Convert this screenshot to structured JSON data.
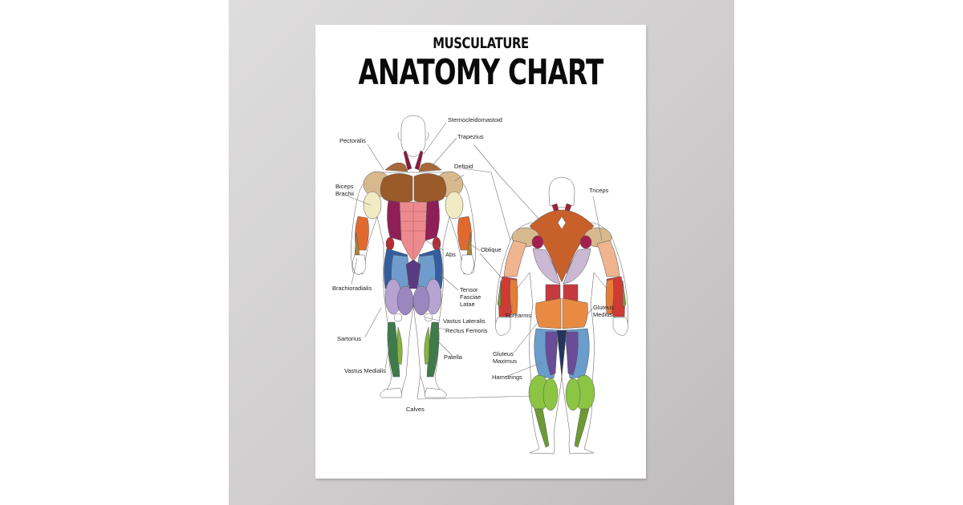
{
  "poster": {
    "title_top": "MUSCULATURE",
    "title_main": "ANATOMY CHART"
  },
  "labels": {
    "front": {
      "sternocleidomastoid": "Sternocleidomastoid",
      "trapezius": "Trapezius",
      "pectoralis": "Pectoralis",
      "deltoid": "Deltoid",
      "biceps_1": "Biceps",
      "biceps_2": "Brachii",
      "abs": "Abs",
      "oblique": "Oblique",
      "brachioradialis": "Brachioradialis",
      "tensor_1": "Tensor",
      "tensor_2": "Fasciae",
      "tensor_3": "Latae",
      "vastus_lateralis": "Vastus Lateralis",
      "rectus_femoris": "Rectus Femoris",
      "sartorius": "Sartorius",
      "patella": "Patella",
      "vastus_medialis": "Vastus Medialis",
      "calves": "Calves"
    },
    "back": {
      "triceps": "Triceps",
      "forearms": "Forearms",
      "gluteus_medius_1": "Gluteus",
      "gluteus_medius_2": "Medius",
      "gluteus_maximus_1": "Gluteus",
      "gluteus_maximus_2": "Maximus",
      "hamstrings": "Hamstrings"
    }
  },
  "colors": {
    "backdrop": "#cfcdcd",
    "poster": "#ffffff",
    "pectoralis": "#9a5a2a",
    "deltoid": "#d8b98e",
    "biceps": "#f1ebc4",
    "abs": "#ec8a8e",
    "oblique": "#8f1f57",
    "forearm": "#e06a2e",
    "quad_blue": "#6f9ccc",
    "quad_lilac": "#b7a3d2",
    "calf_dark": "#3f7a4a",
    "calf_light": "#86b43e",
    "trapezius_back": "#c8602a",
    "lats": "#cbb8d3",
    "gluteus_medius": "#e98a43",
    "gluteus_maximus": "#c43a3f",
    "hamstring_blue": "#6a9ccc",
    "hamstring_purple": "#6a4c99",
    "calf_back": "#8cc443"
  }
}
